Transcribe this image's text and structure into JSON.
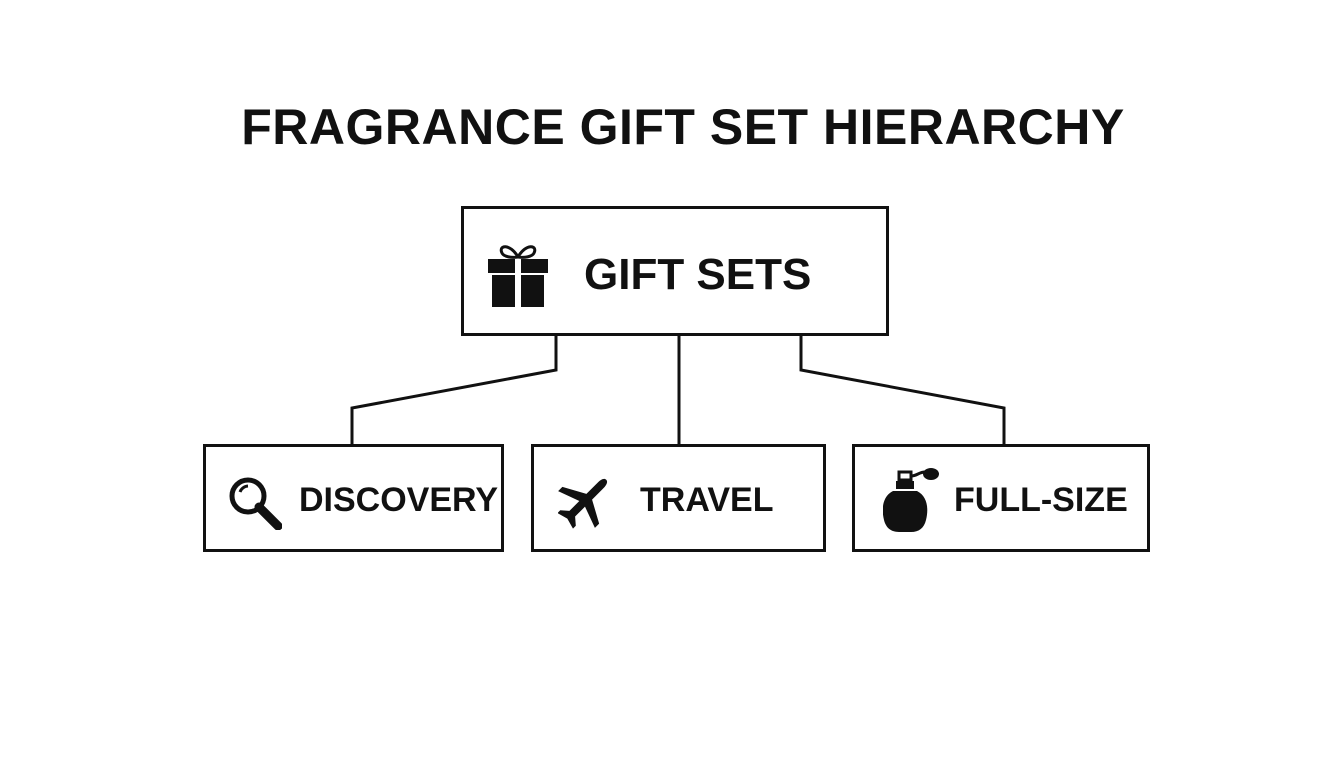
{
  "title": "FRAGRANCE GIFT SET HIERARCHY",
  "root": {
    "label": "GIFT SETS",
    "icon": "gift-icon"
  },
  "children": [
    {
      "label": "DISCOVERY",
      "icon": "magnifier-icon"
    },
    {
      "label": "TRAVEL",
      "icon": "airplane-icon"
    },
    {
      "label": "FULL-SIZE",
      "icon": "perfume-bottle-icon"
    }
  ],
  "colors": {
    "stroke": "#111111",
    "background": "#ffffff"
  }
}
